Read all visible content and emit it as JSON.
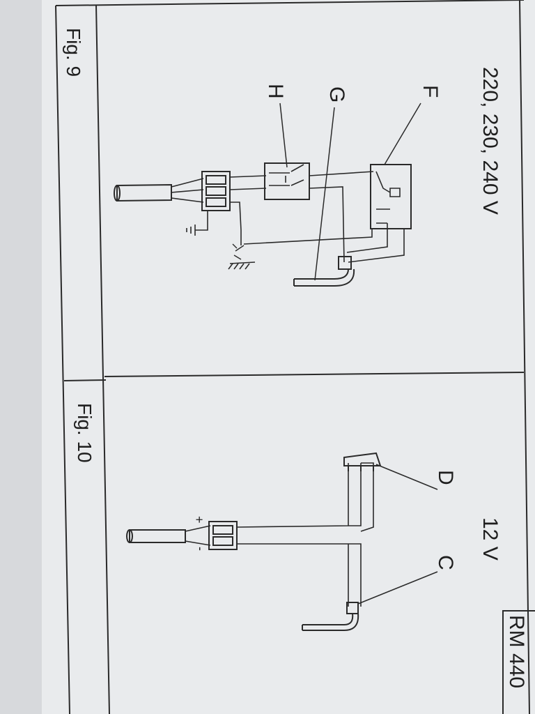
{
  "fig9": {
    "caption": "Fig. 9",
    "voltage": "220, 230, 240 V",
    "labels": {
      "F": "F",
      "G": "G",
      "H": "H"
    }
  },
  "fig10": {
    "caption": "Fig. 10",
    "voltage": "12 V",
    "labels": {
      "D": "D",
      "C": "C"
    },
    "plus": "+",
    "minus": "-"
  },
  "model_badge": "RM 440",
  "colors": {
    "paper": "#eceef0",
    "ink": "#2a2a2a",
    "page_bg": "#d7d9dc"
  }
}
